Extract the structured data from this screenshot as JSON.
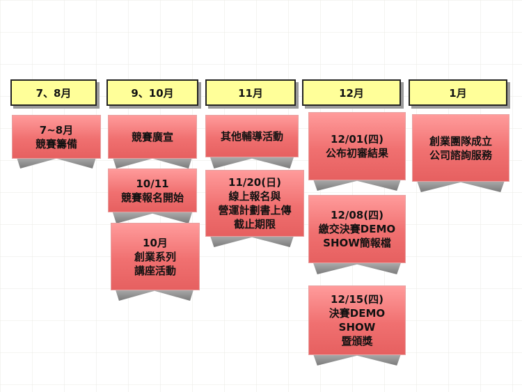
{
  "headers": [
    "7、8月",
    "9、10月",
    "11月",
    "12月",
    "1月"
  ],
  "cards": {
    "jul_aug_prep": "7~8月\n競賽籌備",
    "promo": "競賽廣宣",
    "reg_open": "10/11\n競賽報名開始",
    "lecture": "10月\n創業系列\n講座活動",
    "coaching": "其他輔導活動",
    "deadline": "11/20(日)\n線上報名與\n營運計劃書上傳\n截止期限",
    "prelim": "12/01(四)\n公布初審結果",
    "demo_submit": "12/08(四)\n繳交決賽DEMO\nSHOW簡報檔",
    "final": "12/15(四)\n決賽DEMO\nSHOW\n暨頒獎",
    "team": "創業團隊成立\n公司諮詢服務"
  }
}
